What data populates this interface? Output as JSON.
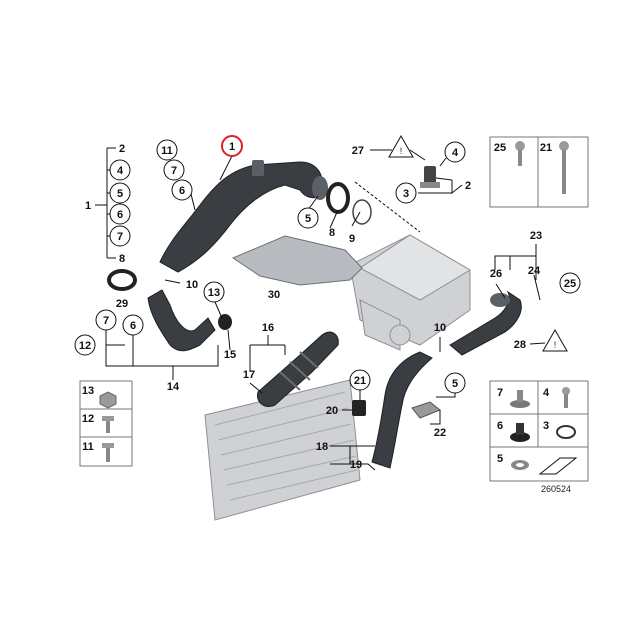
{
  "highlighted_part": "1",
  "drawing_number": "260524",
  "callouts": {
    "c1": "1",
    "c2a": "2",
    "c4a": "4",
    "c5a": "5",
    "c6a": "6",
    "c7a": "7",
    "c8a": "8",
    "c1g": "1",
    "c11a": "11",
    "c7b": "7",
    "c6b": "6",
    "c5b": "5",
    "c8b": "8",
    "c9": "9",
    "c27": "27",
    "c4b": "4",
    "c3a": "3",
    "c2b": "2",
    "c10a": "10",
    "c29": "29",
    "c30": "30",
    "c13a": "13",
    "c15": "15",
    "c12a": "12",
    "c7c": "7",
    "c6c": "6",
    "c14": "14",
    "c16": "16",
    "c17": "17",
    "c23": "23",
    "c26": "26",
    "c24": "24",
    "c25a": "25",
    "c28": "28",
    "c10b": "10",
    "c5c": "5",
    "c22": "22",
    "c21a": "21",
    "c20": "20",
    "c18": "18",
    "c19": "19"
  },
  "legend_top": {
    "left": "25",
    "right": "21"
  },
  "legend_left": [
    "13",
    "12",
    "11"
  ],
  "legend_right": [
    {
      "left": "7",
      "right": "4"
    },
    {
      "left": "6",
      "right": "3"
    },
    {
      "left": "5",
      "right": ""
    }
  ]
}
